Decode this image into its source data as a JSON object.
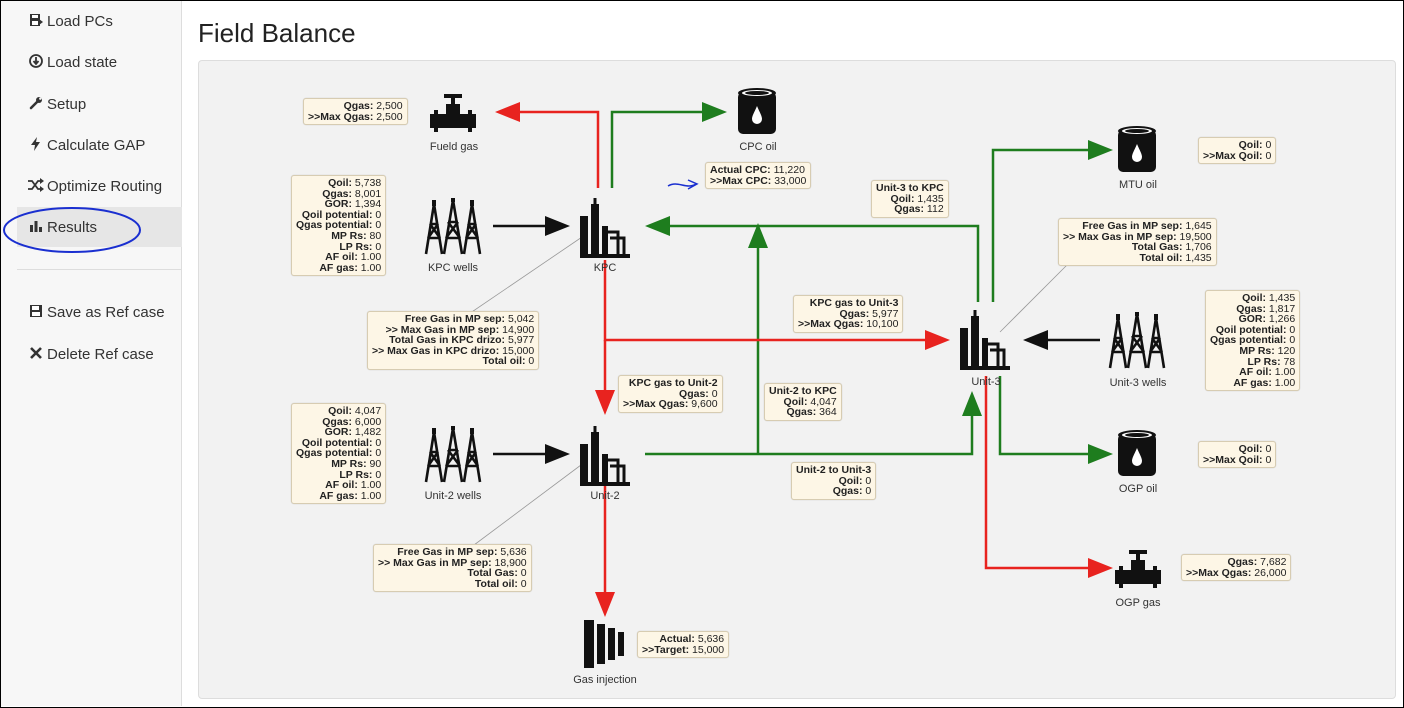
{
  "sidebar": {
    "items": [
      {
        "label": "Load PCs",
        "icon": "save-import-icon"
      },
      {
        "label": "Load state",
        "icon": "download-circle-icon"
      },
      {
        "label": "Setup",
        "icon": "wrench-icon"
      },
      {
        "label": "Calculate GAP",
        "icon": "bolt-icon"
      },
      {
        "label": "Optimize Routing",
        "icon": "shuffle-icon"
      },
      {
        "label": "Results",
        "icon": "bar-chart-icon",
        "active": true
      },
      {
        "label": "Save as Ref case",
        "icon": "save-icon"
      },
      {
        "label": "Delete Ref case",
        "icon": "close-icon"
      }
    ]
  },
  "page_title": "Field Balance",
  "nodes": {
    "fuel_gas": "Fueld gas",
    "cpc_oil": "CPC oil",
    "kpc_wells": "KPC wells",
    "kpc": "KPC",
    "mtu_oil": "MTU oil",
    "unit3": "Unit-3",
    "unit3_wells": "Unit-3 wells",
    "unit2_wells": "Unit-2 wells",
    "unit2": "Unit-2",
    "ogp_oil": "OGP oil",
    "ogp_gas": "OGP gas",
    "gas_injection": "Gas injection"
  },
  "boxes": {
    "fuel_gas": [
      [
        "Qgas:",
        "2,500"
      ],
      [
        ">>Max Qgas:",
        "2,500"
      ]
    ],
    "cpc": [
      [
        "Actual CPC:",
        "11,220"
      ],
      [
        ">>Max CPC:",
        "33,000"
      ]
    ],
    "kpc_wells": [
      [
        "Qoil:",
        "5,738"
      ],
      [
        "Qgas:",
        "8,001"
      ],
      [
        "GOR:",
        "1,394"
      ],
      [
        "Qoil potential:",
        "0"
      ],
      [
        "Qgas potential:",
        "0"
      ],
      [
        "MP Rs:",
        "80"
      ],
      [
        "LP Rs:",
        "0"
      ],
      [
        "AF oil:",
        "1.00"
      ],
      [
        "AF gas:",
        "1.00"
      ]
    ],
    "kpc_sep": [
      [
        "Free Gas in MP sep:",
        "5,042"
      ],
      [
        ">> Max Gas in MP sep:",
        "14,900"
      ],
      [
        "Total Gas in KPC drizo:",
        "5,977"
      ],
      [
        ">> Max Gas in KPC drizo:",
        "15,000"
      ],
      [
        "Total oil:",
        "0"
      ]
    ],
    "unit3_to_kpc": [
      [
        "Unit-3 to KPC",
        ""
      ],
      [
        "Qoil:",
        "1,435"
      ],
      [
        "Qgas:",
        "112"
      ]
    ],
    "kpc_gas_to_unit3": [
      [
        "KPC gas to Unit-3",
        ""
      ],
      [
        "Qgas:",
        "5,977"
      ],
      [
        ">>Max Qgas:",
        "10,100"
      ]
    ],
    "kpc_gas_to_unit2": [
      [
        "KPC gas to Unit-2",
        ""
      ],
      [
        "Qgas:",
        "0"
      ],
      [
        ">>Max Qgas:",
        "9,600"
      ]
    ],
    "unit2_to_kpc": [
      [
        "Unit-2 to KPC",
        ""
      ],
      [
        "Qoil:",
        "4,047"
      ],
      [
        "Qgas:",
        "364"
      ]
    ],
    "unit2_to_unit3": [
      [
        "Unit-2 to Unit-3",
        ""
      ],
      [
        "Qoil:",
        "0"
      ],
      [
        "Qgas:",
        "0"
      ]
    ],
    "unit2_wells": [
      [
        "Qoil:",
        "4,047"
      ],
      [
        "Qgas:",
        "6,000"
      ],
      [
        "GOR:",
        "1,482"
      ],
      [
        "Qoil potential:",
        "0"
      ],
      [
        "Qgas potential:",
        "0"
      ],
      [
        "MP Rs:",
        "90"
      ],
      [
        "LP Rs:",
        "0"
      ],
      [
        "AF oil:",
        "1.00"
      ],
      [
        "AF gas:",
        "1.00"
      ]
    ],
    "unit2_sep": [
      [
        "Free Gas in MP sep:",
        "5,636"
      ],
      [
        ">> Max Gas in MP sep:",
        "18,900"
      ],
      [
        "Total Gas:",
        "0"
      ],
      [
        "Total oil:",
        "0"
      ]
    ],
    "gas_injection": [
      [
        "Actual:",
        "5,636"
      ],
      [
        ">>Target:",
        "15,000"
      ]
    ],
    "mtu_oil": [
      [
        "Qoil:",
        "0"
      ],
      [
        ">>Max Qoil:",
        "0"
      ]
    ],
    "unit3_sep": [
      [
        "Free Gas in MP sep:",
        "1,645"
      ],
      [
        ">> Max Gas in MP sep:",
        "19,500"
      ],
      [
        "Total Gas:",
        "1,706"
      ],
      [
        "Total oil:",
        "1,435"
      ]
    ],
    "unit3_wells": [
      [
        "Qoil:",
        "1,435"
      ],
      [
        "Qgas:",
        "1,817"
      ],
      [
        "GOR:",
        "1,266"
      ],
      [
        "Qoil potential:",
        "0"
      ],
      [
        "Qgas potential:",
        "0"
      ],
      [
        "MP Rs:",
        "120"
      ],
      [
        "LP Rs:",
        "78"
      ],
      [
        "AF oil:",
        "1.00"
      ],
      [
        "AF gas:",
        "1.00"
      ]
    ],
    "ogp_oil": [
      [
        "Qoil:",
        "0"
      ],
      [
        ">>Max Qoil:",
        "0"
      ]
    ],
    "ogp_gas": [
      [
        "Qgas:",
        "7,682"
      ],
      [
        ">>Max Qgas:",
        "26,000"
      ]
    ]
  },
  "colors": {
    "oil_flow": "#1e7d1e",
    "gas_flow": "#e8231f",
    "wells_flow": "#111111",
    "annotation": "#1a2fd0"
  }
}
